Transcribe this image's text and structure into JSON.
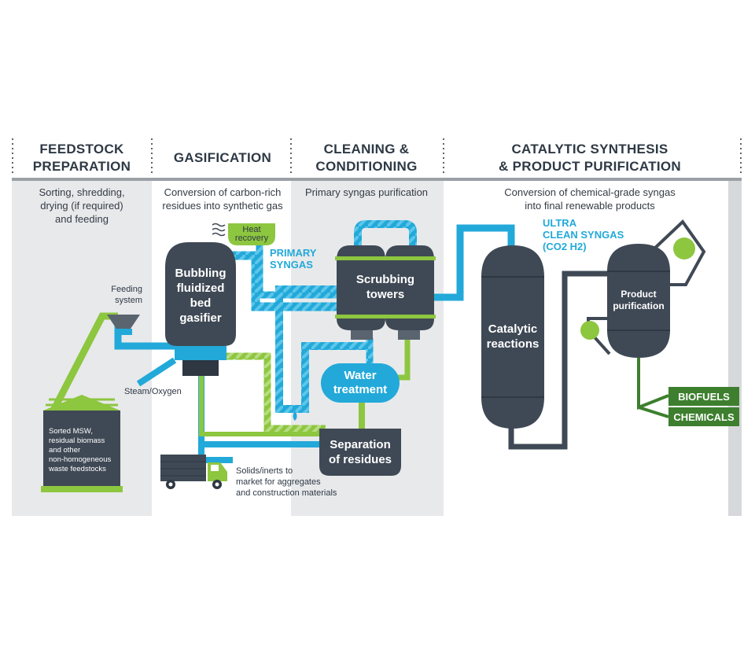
{
  "sections": [
    {
      "heading_line1": "FEEDSTOCK",
      "heading_line2": "PREPARATION",
      "desc_lines": [
        "Sorting, shredding,",
        "drying (if required)",
        "and feeding"
      ]
    },
    {
      "heading_line1": "GASIFICATION",
      "heading_line2": "",
      "desc_lines": [
        "Conversion of carbon-rich",
        "residues into synthetic gas"
      ]
    },
    {
      "heading_line1": "CLEANING &",
      "heading_line2": "CONDITIONING",
      "desc_lines": [
        "Primary syngas purification"
      ]
    },
    {
      "heading_line1": "CATALYTIC SYNTHESIS",
      "heading_line2": "& PRODUCT PURIFICATION",
      "desc_lines": [
        "Conversion of chemical-grade syngas",
        "into final renewable products"
      ]
    }
  ],
  "nodes": {
    "gasifier": [
      "Bubbling",
      "fluidized",
      "bed",
      "gasifier"
    ],
    "scrubbing": [
      "Scrubbing",
      "towers"
    ],
    "water": [
      "Water",
      "treatment"
    ],
    "separation": [
      "Separation",
      "of residues"
    ],
    "catalytic": [
      "Catalytic",
      "reactions"
    ],
    "purification": [
      "Product",
      "purification"
    ],
    "silo": [
      "Sorted MSW,",
      "residual biomass",
      "and other",
      "non-homogeneous",
      "waste feedstocks"
    ],
    "heat": [
      "Heat",
      "recovery"
    ]
  },
  "labels": {
    "feeding": [
      "Feeding",
      "system"
    ],
    "steam": "Steam/Oxygen",
    "primary_syngas": [
      "PRIMARY",
      "SYNGAS"
    ],
    "ultra_syngas": [
      "ULTRA",
      "CLEAN SYNGAS",
      "(CO2 H2)"
    ],
    "solids": [
      "Solids/inerts to",
      "market for aggregates",
      "and construction materials"
    ]
  },
  "products": [
    "BIOFUELS",
    "CHEMICALS"
  ],
  "colors": {
    "dark": "#3f4955",
    "green": "#8dc63f",
    "blue": "#22a9d9",
    "dark_green": "#3d7f2e",
    "panel": "#e8e9eb"
  }
}
